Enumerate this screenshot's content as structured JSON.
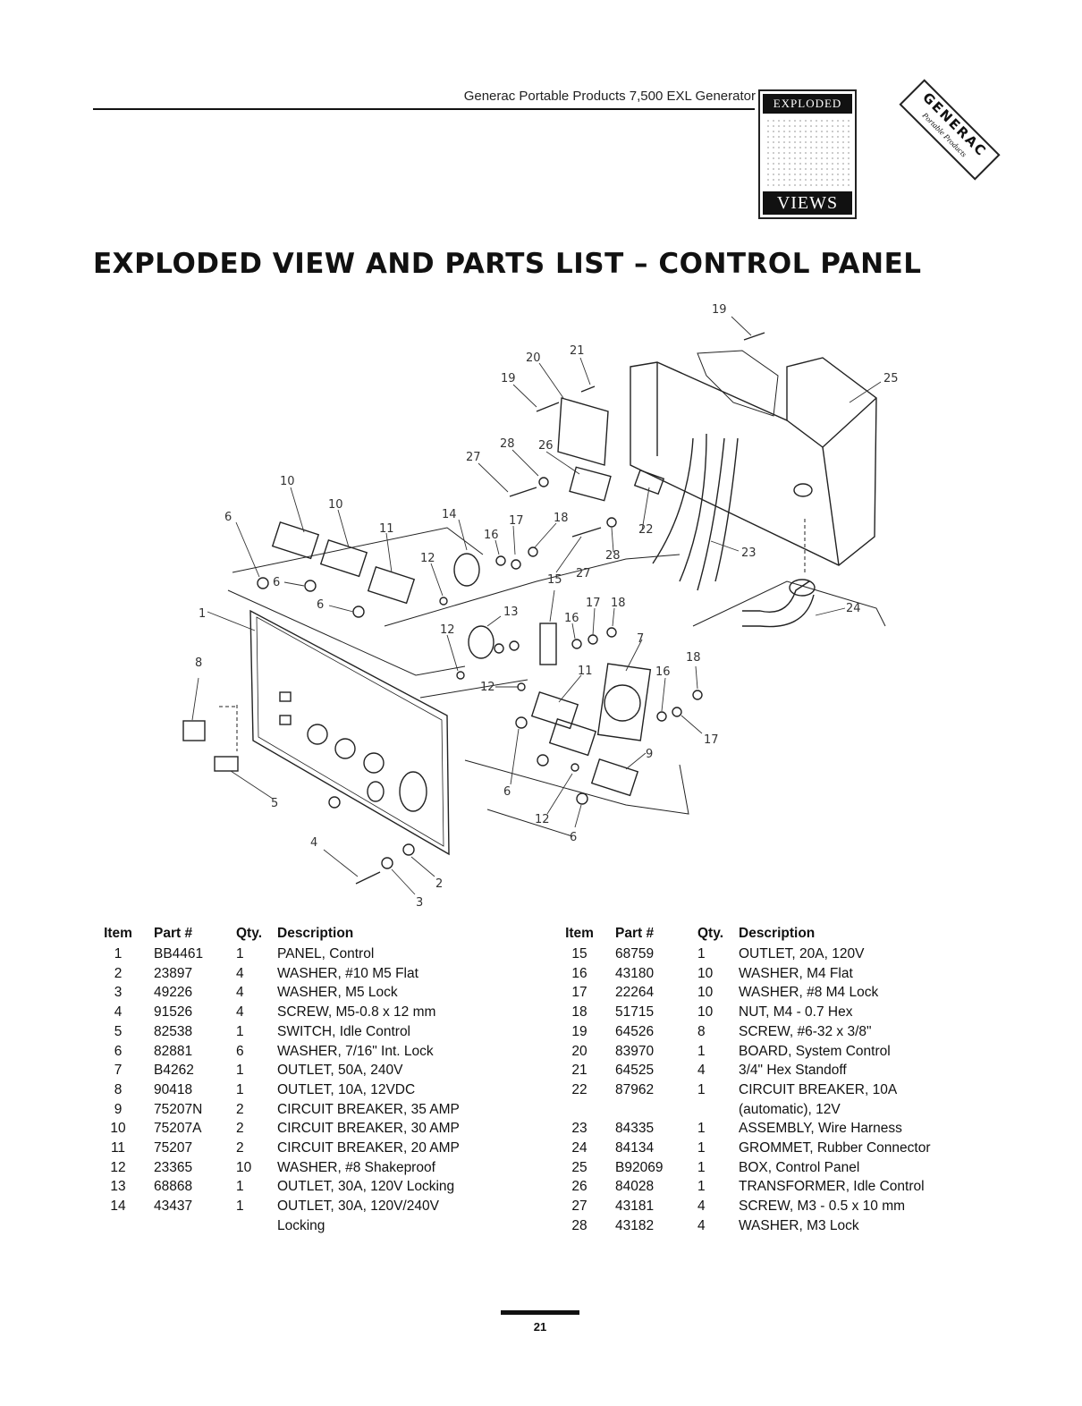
{
  "header": {
    "title": "Generac Portable Products 7,500 EXL Generator",
    "logo_top": "EXPLODED",
    "logo_bottom": "VIEWS",
    "brand_main": "GENERAC",
    "brand_sub": "Portable Products"
  },
  "page_title": "EXPLODED VIEW AND PARTS LIST – CONTROL PANEL",
  "diagram": {
    "callouts": [
      "19",
      "25",
      "20",
      "21",
      "19",
      "28",
      "26",
      "27",
      "10",
      "10",
      "6",
      "11",
      "14",
      "17",
      "18",
      "16",
      "22",
      "28",
      "23",
      "12",
      "27",
      "15",
      "6",
      "17",
      "18",
      "6",
      "16",
      "24",
      "1",
      "13",
      "12",
      "7",
      "8",
      "12",
      "11",
      "18",
      "16",
      "17",
      "9",
      "6",
      "5",
      "12",
      "6",
      "4",
      "2",
      "3"
    ]
  },
  "parts_table": {
    "headers": {
      "item": "Item",
      "part": "Part #",
      "qty": "Qty.",
      "desc": "Description"
    },
    "left": [
      {
        "item": "1",
        "part": "BB4461",
        "qty": "1",
        "desc": "PANEL, Control"
      },
      {
        "item": "2",
        "part": "23897",
        "qty": "4",
        "desc": "WASHER, #10 M5 Flat"
      },
      {
        "item": "3",
        "part": "49226",
        "qty": "4",
        "desc": "WASHER, M5 Lock"
      },
      {
        "item": "4",
        "part": "91526",
        "qty": "4",
        "desc": "SCREW, M5-0.8 x 12 mm"
      },
      {
        "item": "5",
        "part": "82538",
        "qty": "1",
        "desc": "SWITCH, Idle Control"
      },
      {
        "item": "6",
        "part": "82881",
        "qty": "6",
        "desc": "WASHER, 7/16\" Int. Lock"
      },
      {
        "item": "7",
        "part": "B4262",
        "qty": "1",
        "desc": "OUTLET, 50A, 240V"
      },
      {
        "item": "8",
        "part": "90418",
        "qty": "1",
        "desc": "OUTLET, 10A, 12VDC"
      },
      {
        "item": "9",
        "part": "75207N",
        "qty": "2",
        "desc": "CIRCUIT BREAKER, 35 AMP"
      },
      {
        "item": "10",
        "part": "75207A",
        "qty": "2",
        "desc": "CIRCUIT BREAKER, 30 AMP"
      },
      {
        "item": "11",
        "part": "75207",
        "qty": "2",
        "desc": "CIRCUIT BREAKER, 20 AMP"
      },
      {
        "item": "12",
        "part": "23365",
        "qty": "10",
        "desc": "WASHER, #8 Shakeproof"
      },
      {
        "item": "13",
        "part": "68868",
        "qty": "1",
        "desc": "OUTLET, 30A, 120V Locking"
      },
      {
        "item": "14",
        "part": "43437",
        "qty": "1",
        "desc": "OUTLET, 30A, 120V/240V"
      },
      {
        "item": "",
        "part": "",
        "qty": "",
        "desc": "Locking"
      }
    ],
    "right": [
      {
        "item": "15",
        "part": "68759",
        "qty": "1",
        "desc": "OUTLET, 20A, 120V"
      },
      {
        "item": "16",
        "part": "43180",
        "qty": "10",
        "desc": "WASHER, M4 Flat"
      },
      {
        "item": "17",
        "part": "22264",
        "qty": "10",
        "desc": "WASHER, #8 M4 Lock"
      },
      {
        "item": "18",
        "part": "51715",
        "qty": "10",
        "desc": "NUT, M4 - 0.7 Hex"
      },
      {
        "item": "19",
        "part": "64526",
        "qty": "8",
        "desc": "SCREW, #6-32 x 3/8\""
      },
      {
        "item": "20",
        "part": "83970",
        "qty": "1",
        "desc": "BOARD, System Control"
      },
      {
        "item": "21",
        "part": "64525",
        "qty": "4",
        "desc": "3/4\" Hex Standoff"
      },
      {
        "item": "22",
        "part": "87962",
        "qty": "1",
        "desc": "CIRCUIT BREAKER, 10A"
      },
      {
        "item": "",
        "part": "",
        "qty": "",
        "desc": "(automatic), 12V"
      },
      {
        "item": "23",
        "part": "84335",
        "qty": "1",
        "desc": "ASSEMBLY, Wire Harness"
      },
      {
        "item": "24",
        "part": "84134",
        "qty": "1",
        "desc": "GROMMET, Rubber Connector"
      },
      {
        "item": "25",
        "part": "B92069",
        "qty": "1",
        "desc": "BOX, Control Panel"
      },
      {
        "item": "26",
        "part": "84028",
        "qty": "1",
        "desc": "TRANSFORMER, Idle Control"
      },
      {
        "item": "27",
        "part": "43181",
        "qty": "4",
        "desc": "SCREW, M3 - 0.5 x 10 mm"
      },
      {
        "item": "28",
        "part": "43182",
        "qty": "4",
        "desc": "WASHER, M3 Lock"
      }
    ]
  },
  "page_number": "21"
}
